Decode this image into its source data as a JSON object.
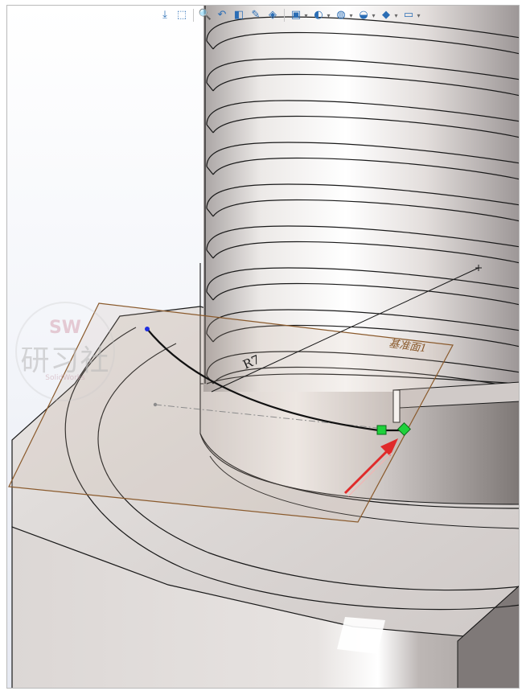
{
  "window": {
    "title": ""
  },
  "toolbar": {
    "items": [
      {
        "name": "view-orientation-icon",
        "glyph": "⤓",
        "has_caret": false
      },
      {
        "name": "zoom-to-fit-icon",
        "glyph": "⬚",
        "has_caret": false
      },
      {
        "name": "zoom-to-area-icon",
        "glyph": "🔍",
        "has_caret": false
      },
      {
        "name": "previous-view-icon",
        "glyph": "↶",
        "has_caret": false
      },
      {
        "name": "section-view-icon",
        "glyph": "◧",
        "has_caret": false
      },
      {
        "name": "dynamic-annotation-icon",
        "glyph": "✎",
        "has_caret": false
      },
      {
        "name": "view-selector-icon",
        "glyph": "◈",
        "has_caret": false
      },
      {
        "name": "display-style-icon",
        "glyph": "▣",
        "has_caret": true
      },
      {
        "name": "hide-show-items-icon",
        "glyph": "◐",
        "has_caret": true
      },
      {
        "name": "edit-appearance-icon",
        "glyph": "◍",
        "has_caret": true
      },
      {
        "name": "apply-scene-icon",
        "glyph": "◒",
        "has_caret": true
      },
      {
        "name": "view-settings-icon",
        "glyph": "◆",
        "has_caret": true
      },
      {
        "name": "display-monitor-icon",
        "glyph": "▭",
        "has_caret": true
      }
    ]
  },
  "sketch": {
    "dimension_label": "R7",
    "plane_label": "基准面1"
  },
  "watermark": {
    "top": "SW",
    "middle": "研习社",
    "bottom": "SolidWorks"
  },
  "colors": {
    "plane_border": "#8a5a2c",
    "plane_label": "#8a5a2c",
    "sketch_line": "#111111",
    "endpoint_marker": "#1fd13b",
    "annotation_arrow": "#e02a2a",
    "start_point": "#1f2fe0",
    "part_surface": "#d8d3d0"
  }
}
